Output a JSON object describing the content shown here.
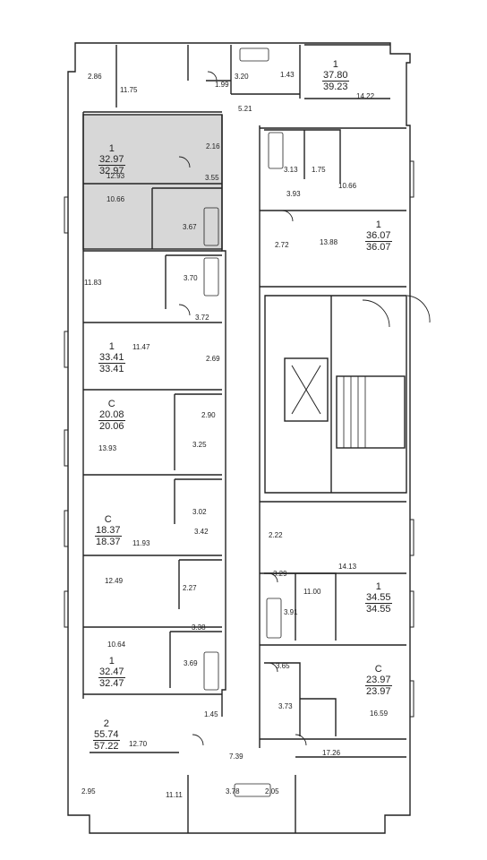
{
  "apartments": [
    {
      "id": "a1",
      "type": "1",
      "total": "37.80",
      "living": "39.23"
    },
    {
      "id": "a2",
      "type": "1",
      "total": "32.97",
      "living": "32.97"
    },
    {
      "id": "a3",
      "type": "1",
      "total": "36.07",
      "living": "36.07"
    },
    {
      "id": "a4",
      "type": "1",
      "total": "33.41",
      "living": "33.41"
    },
    {
      "id": "a5",
      "type": "С",
      "total": "20.08",
      "living": "20.06"
    },
    {
      "id": "a6",
      "type": "С",
      "total": "18.37",
      "living": "18.37"
    },
    {
      "id": "a7",
      "type": "1",
      "total": "34.55",
      "living": "34.55"
    },
    {
      "id": "a8",
      "type": "1",
      "total": "32.47",
      "living": "32.47"
    },
    {
      "id": "a9",
      "type": "С",
      "total": "23.97",
      "living": "23.97"
    },
    {
      "id": "a10",
      "type": "2",
      "total": "55.74",
      "living": "57.22"
    }
  ],
  "room_areas": [
    "2.86",
    "11.75",
    "3.20",
    "1.43",
    "1.99",
    "14.22",
    "5.21",
    "2.16",
    "12.93",
    "3.55",
    "3.13",
    "1.75",
    "10.66",
    "10.66",
    "3.93",
    "3.67",
    "2.72",
    "13.88",
    "11.83",
    "3.70",
    "3.72",
    "11.47",
    "2.69",
    "2.90",
    "3.25",
    "13.93",
    "3.02",
    "3.42",
    "11.93",
    "2.22",
    "12.49",
    "2.27",
    "14.13",
    "3.29",
    "11.00",
    "3.91",
    "3.38",
    "10.64",
    "3.69",
    "3.65",
    "3.73",
    "1.45",
    "16.59",
    "12.70",
    "7.39",
    "17.26",
    "2.95",
    "3.78",
    "2.05",
    "11.11"
  ],
  "highlight_color": "#d7d7d7",
  "line_color": "#222222"
}
